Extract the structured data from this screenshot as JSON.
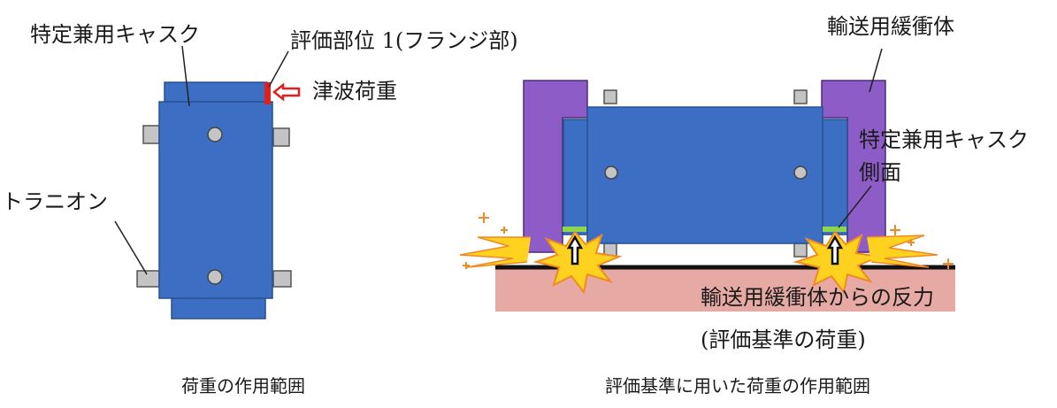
{
  "left_panel": {
    "cask_label": "特定兼用キャスク",
    "eval_label": "評価部位 1(フランジ部)",
    "tsunami_label": "津波荷重",
    "trunnion_label": "トラニオン",
    "caption": "荷重の作用範囲"
  },
  "right_panel": {
    "buffer_label": "輸送用緩衝体",
    "cask_label": "特定兼用キャスク",
    "side_label": "側面",
    "reaction_label": "輸送用緩衝体からの反力",
    "reaction_sub": "(評価基準の荷重)",
    "caption": "評価基準に用いた荷重の作用範囲"
  },
  "colors": {
    "cask_blue": "#3c6fc4",
    "cask_stroke": "#27508f",
    "buffer_purple": "#8d5cc7",
    "trunnion_gray": "#c4c4c4",
    "flange_red": "#e0201c",
    "ground_pink": "#e6a9a3",
    "impact_yellow": "#ffd21f",
    "impact_orange": "#f08a24",
    "side_green": "#8cd650"
  }
}
